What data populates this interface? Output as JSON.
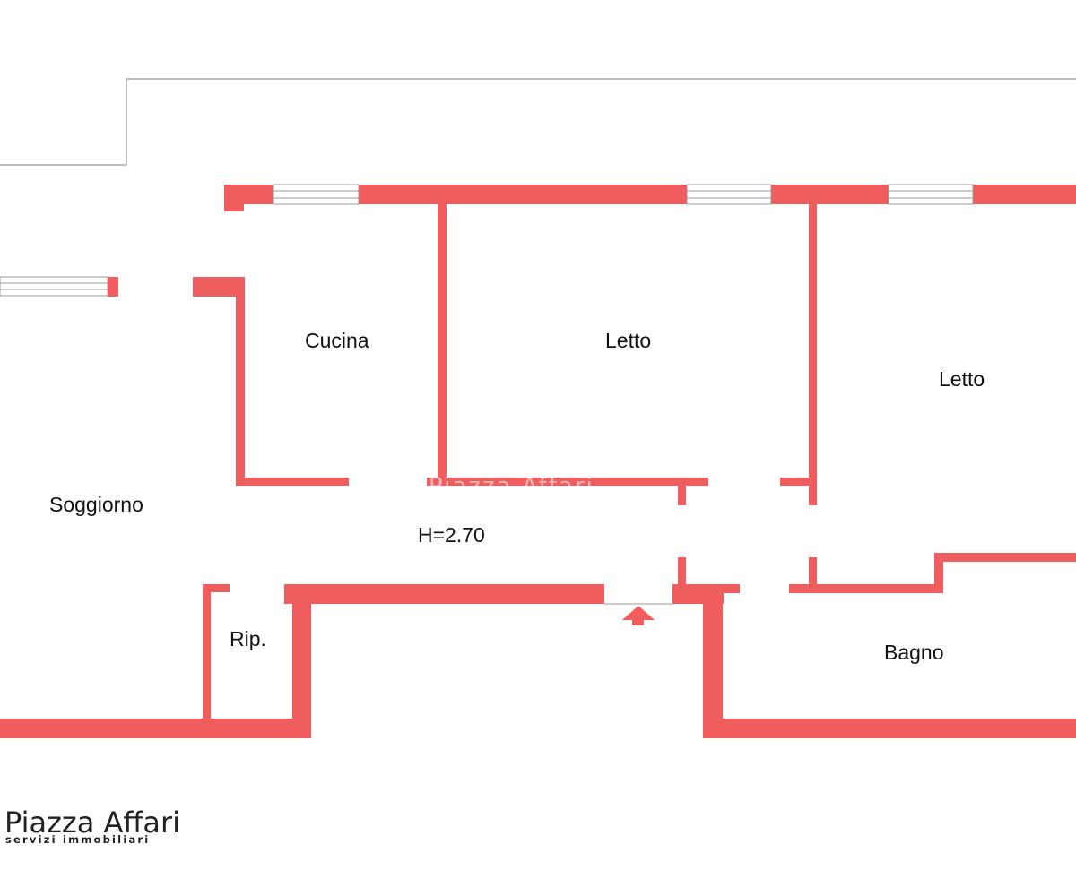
{
  "colors": {
    "wall": "#f05d5e",
    "outline": "#999999",
    "window": "#ffffff"
  },
  "rooms": {
    "soggiorno": "Soggiorno",
    "cucina": "Cucina",
    "letto_1": "Letto",
    "letto_2": "Letto",
    "ripostiglio": "Rip.",
    "bagno": "Bagno"
  },
  "ceiling_height": "H=2.70",
  "entrance_icon": "entrance-arrow-icon",
  "logo": {
    "name": "Piazza Affari",
    "tagline": "servizi immobiliari"
  },
  "watermark": "Piazza Affari"
}
